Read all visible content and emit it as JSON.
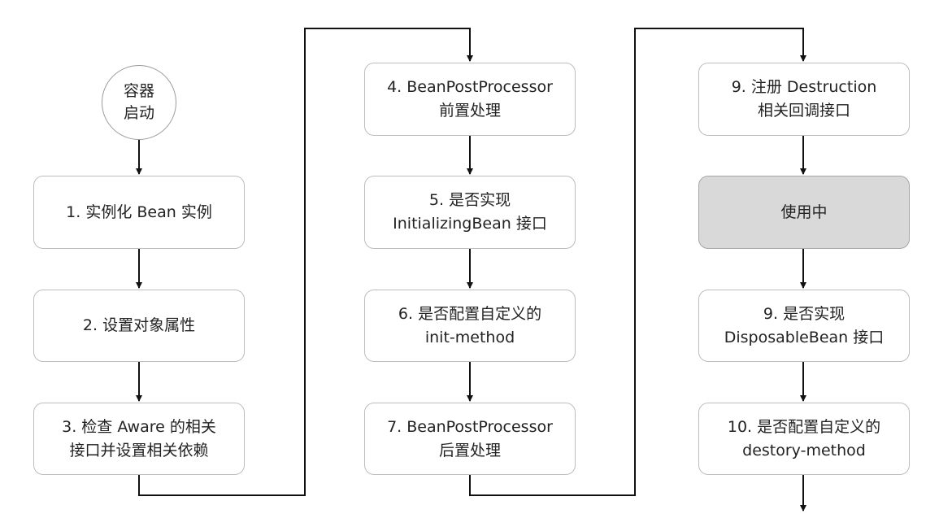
{
  "nodes": {
    "start": "容器\n启动",
    "step1": "1. 实例化 Bean 实例",
    "step2": "2. 设置对象属性",
    "step3": "3. 检查 Aware 的相关\n接口并设置相关依赖",
    "step4": "4. BeanPostProcessor\n前置处理",
    "step5": "5. 是否实现\nInitializingBean 接口",
    "step6": "6. 是否配置自定义的\ninit-method",
    "step7": "7. BeanPostProcessor\n后置处理",
    "step9a": "9. 注册 Destruction\n相关回调接口",
    "inuse": "使用中",
    "step9b": "9. 是否实现\nDisposableBean 接口",
    "step10": "10. 是否配置自定义的\ndestory-method"
  }
}
